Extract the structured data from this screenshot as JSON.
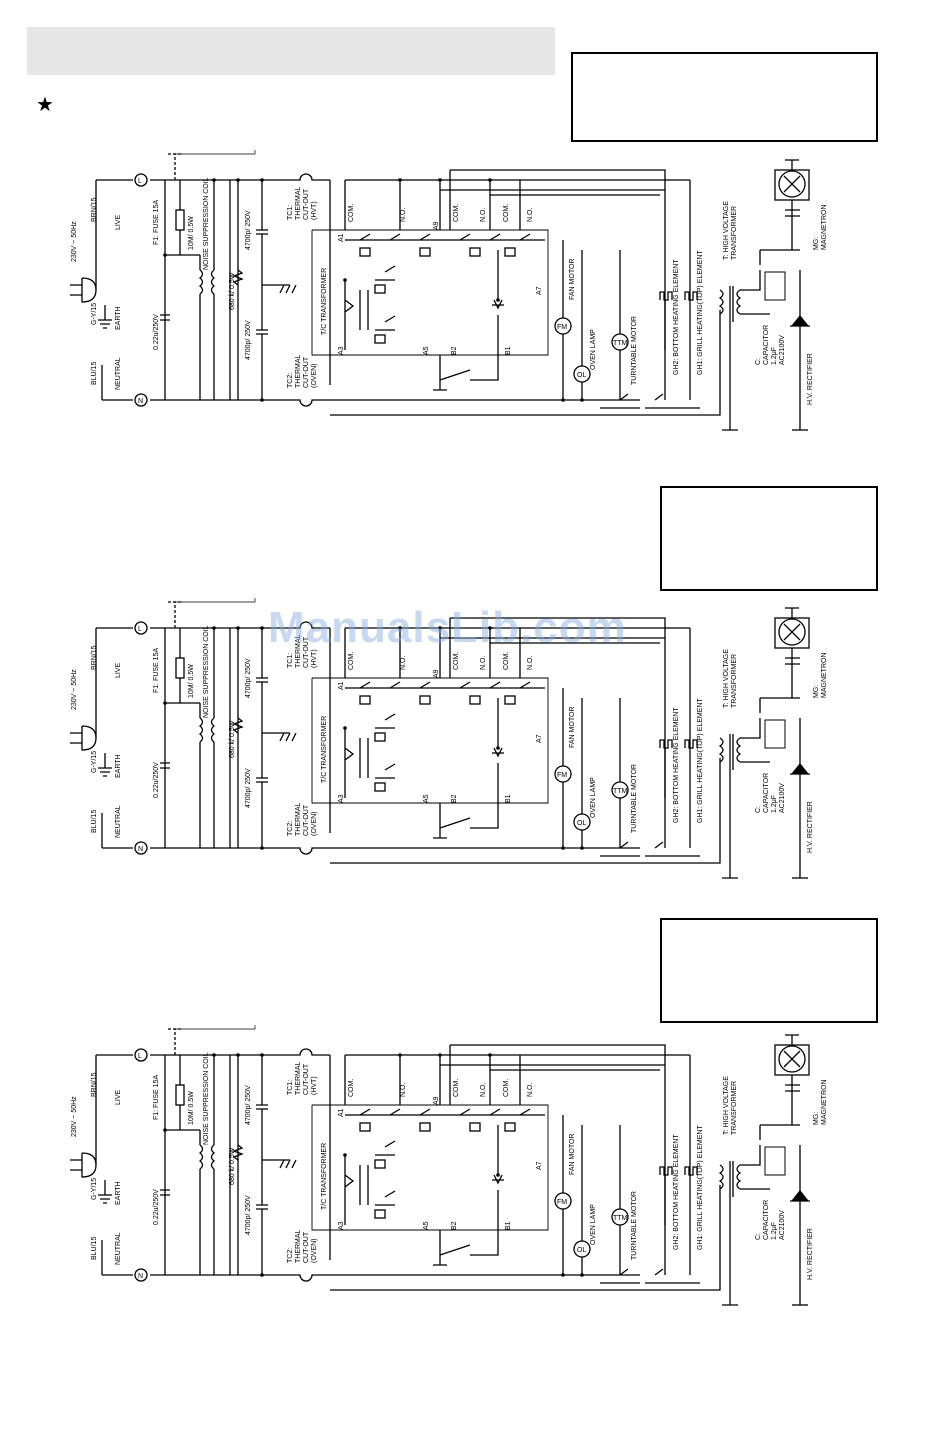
{
  "page": {
    "star_symbol": "★",
    "watermark": "ManualsLib.com"
  },
  "schematic_labels": {
    "supply": "230V ~ 50Hz",
    "brn": "BRN/15",
    "blu": "BLU/15",
    "gy": "G-Y/15",
    "live": "LIVE",
    "earth": "EARTH",
    "neutral": "NEUTRAL",
    "L": "L",
    "N": "N",
    "fuse": "F1: FUSE 15A",
    "res": "10M/ 0.5W",
    "cap022": "0.22u/250V",
    "noise": "NOISE SUPPRESSION COIL",
    "r680": "680 k/ 0.5W",
    "c4700a": "4700p/ 250V",
    "c4700b": "4700p/ 250V",
    "tc1a": "TC1:",
    "tc1b": "THERMAL",
    "tc1c": "CUT-OUT",
    "tc1d": "(HVT)",
    "tc2a": "TC2:",
    "tc2b": "THERMAL",
    "tc2c": "CUT-OUT",
    "tc2d": "(OVEN)",
    "tct": "T/C TRANSFORMER",
    "a1": "A1",
    "a3": "A3",
    "a5": "A5",
    "a7": "A7",
    "a9": "A9",
    "b1": "B1",
    "b2": "B2",
    "com": "COM.",
    "no": "N.O.",
    "fm": "FM",
    "fan": "FAN MOTOR",
    "ol": "OL",
    "lamp": "OVEN LAMP",
    "tm": "TTM",
    "ttmotor": "TURNTABLE MOTOR",
    "gh2": "GH2: BOTTOM HEATING ELEMENT",
    "gh1": "GH1: GRILL HEATING(TOP) ELEMENT",
    "hvt1": "T: HIGH VOLTAGE",
    "hvt2": "TRANSFORMER",
    "mg1": "MG:",
    "mg2": "MAGNETRON",
    "capc1": "C:",
    "capc2": "CAPACITOR",
    "capc3": "1.2μF",
    "capc4": "AC2100V",
    "rect": "H.V. RECTIFIER",
    "star": "★"
  }
}
